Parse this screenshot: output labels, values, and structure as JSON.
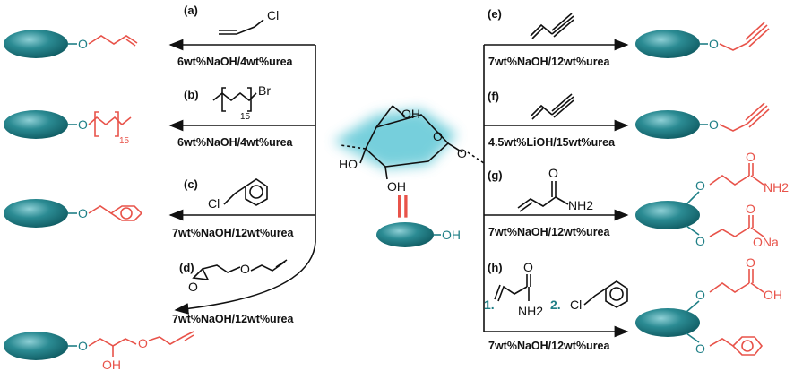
{
  "reactions": [
    {
      "id": "a",
      "label": "(a)",
      "condition": "6wt%NaOH/4wt%urea",
      "reagent_atom": "Cl"
    },
    {
      "id": "b",
      "label": "(b)",
      "condition": "6wt%NaOH/4wt%urea",
      "reagent_atom": "Br",
      "subscript": "15"
    },
    {
      "id": "c",
      "label": "(c)",
      "condition": "7wt%NaOH/12wt%urea",
      "reagent_atom": "Cl"
    },
    {
      "id": "d",
      "label": "(d)",
      "condition": "7wt%NaOH/12wt%urea",
      "reagent_atom": "O"
    },
    {
      "id": "e",
      "label": "(e)",
      "condition": "7wt%NaOH/12wt%urea"
    },
    {
      "id": "f",
      "label": "(f)",
      "condition": "4.5wt%LiOH/15wt%urea"
    },
    {
      "id": "g",
      "label": "(g)",
      "condition": "7wt%NaOH/12wt%urea",
      "reagent_atom_o": "O",
      "reagent_atom_n": "NH2"
    },
    {
      "id": "h",
      "label": "(h)",
      "condition": "7wt%NaOH/12wt%urea",
      "step1": "1.",
      "step2": "2.",
      "reagent_atom_o": "O",
      "reagent_atom_n": "NH2",
      "reagent_atom_cl": "Cl"
    }
  ],
  "center": {
    "oh_top": "OH",
    "ho_left": "HO",
    "oh_bottom": "OH",
    "ring_o": "O",
    "equals": "||",
    "oh_cellulose": "OH"
  },
  "products": {
    "a_o": "O",
    "b_o": "O",
    "b_sub": "15",
    "c_o": "O",
    "d_o1": "O",
    "d_o2": "O",
    "d_oh": "OH",
    "e_o": "O",
    "f_o": "O",
    "g_o1": "O",
    "g_o2": "O",
    "g_o3": "O",
    "g_nh2": "NH2",
    "g_o4": "O",
    "g_ona": "ONa",
    "h_o1": "O",
    "h_o2": "O",
    "h_oh": "OH",
    "h_o3": "O"
  },
  "colors": {
    "teal": "#1f7f86",
    "product": "#e8534a",
    "glow": "#5fc7d6"
  }
}
